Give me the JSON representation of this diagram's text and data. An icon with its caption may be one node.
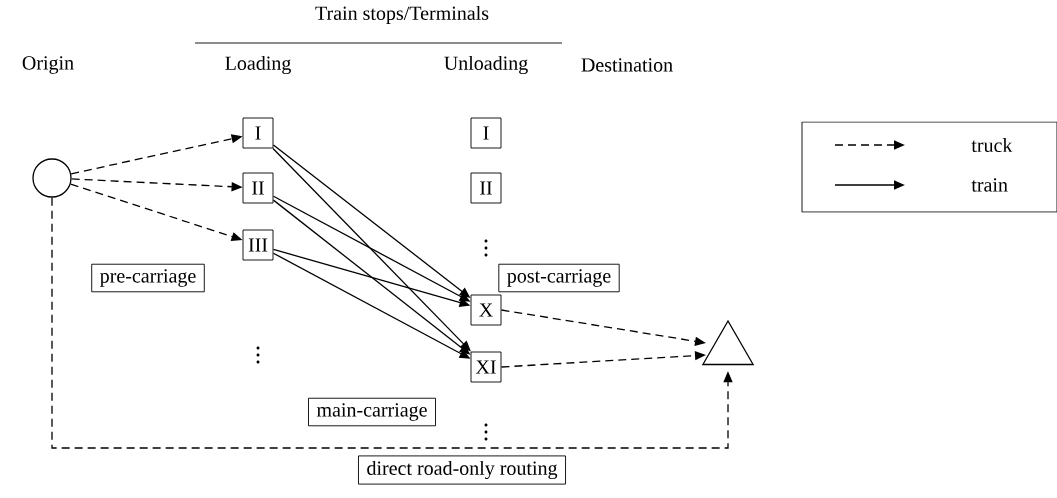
{
  "diagram": {
    "nodes": [
      {
        "text": [],
        "shape": "circle"
      },
      {
        "text": [
          "I"
        ]
      },
      {
        "text": [
          "II"
        ]
      },
      {
        "text": [
          "III"
        ]
      },
      {
        "text": [
          "I"
        ]
      },
      {
        "text": [
          "II"
        ]
      },
      {
        "text": [
          "X"
        ]
      },
      {
        "text": [
          "XI"
        ]
      },
      {
        "text": [],
        "shape": "triangle"
      },
      {
        "text": [
          "pre-carriage"
        ]
      },
      {
        "text": [
          "main-carriage"
        ]
      },
      {
        "text": [
          "post-carriage"
        ]
      },
      {
        "text": [
          "direct road-only routing"
        ]
      }
    ],
    "edges": [
      {
        "from": 0,
        "to": 1,
        "arrow": "to",
        "style": "dashed"
      },
      {
        "from": 0,
        "to": 2,
        "arrow": "to",
        "style": "dashed"
      },
      {
        "from": 0,
        "to": 3,
        "arrow": "to",
        "style": "dashed"
      },
      {
        "from": 1,
        "to": 6,
        "arrow": "to"
      },
      {
        "from": 1,
        "to": 7,
        "arrow": "to"
      },
      {
        "from": 2,
        "to": 6,
        "arrow": "to"
      },
      {
        "from": 2,
        "to": 7,
        "arrow": "to"
      },
      {
        "from": 3,
        "to": 6,
        "arrow": "to"
      },
      {
        "from": 3,
        "to": 7,
        "arrow": "to"
      },
      {
        "from": 6,
        "to": 8,
        "arrow": "to",
        "style": "dashed"
      },
      {
        "from": 7,
        "to": 8,
        "arrow": "to",
        "style": "dashed"
      },
      {
        "from": 0,
        "to": 8,
        "arrow": "to",
        "style": "dashed"
      }
    ],
    "labels": [
      "Train stops/Terminals",
      "Origin",
      "Loading",
      "Unloading",
      "Destination"
    ],
    "legend": [
      {
        "text": "truck"
      },
      {
        "text": "train"
      }
    ]
  }
}
